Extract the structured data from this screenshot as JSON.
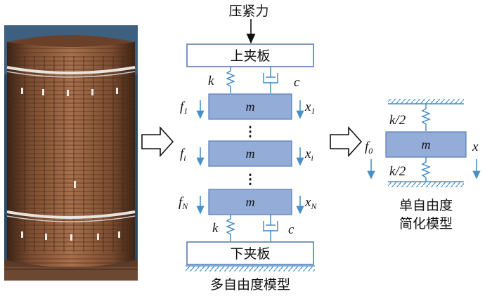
{
  "labels": {
    "force_title": "压紧力",
    "upper_plate": "上夹板",
    "lower_plate": "下夹板",
    "mdof_caption": "多自由度模型",
    "sdof_caption_line1": "单自由度",
    "sdof_caption_line2": "简化模型"
  },
  "mdof": {
    "stiffness_top": "k",
    "damping_top": "c",
    "stiffness_bottom": "k",
    "damping_bottom": "c",
    "masses": [
      {
        "mass": "m",
        "force": "f",
        "force_sub": "1",
        "disp": "x",
        "disp_sub": "1"
      },
      {
        "mass": "m",
        "force": "f",
        "force_sub": "i",
        "disp": "x",
        "disp_sub": "i"
      },
      {
        "mass": "m",
        "force": "f",
        "force_sub": "N",
        "disp": "x",
        "disp_sub": "N"
      }
    ],
    "ellipsis": "⋮"
  },
  "sdof": {
    "mass": "m",
    "stiffness_top": "k/2",
    "stiffness_bottom": "k/2",
    "force": "f",
    "force_sub": "0",
    "disp": "x"
  },
  "colors": {
    "mass_fill": "#93acd8",
    "mass_stroke": "#5a7bb5",
    "arrow_blue": "#4a90c8",
    "spring_blue": "#3a86c0",
    "ground": "#4a90c8",
    "coil_dark": "#5a3520",
    "coil_mid": "#8a5a3a",
    "coil_light": "#b07a55"
  }
}
